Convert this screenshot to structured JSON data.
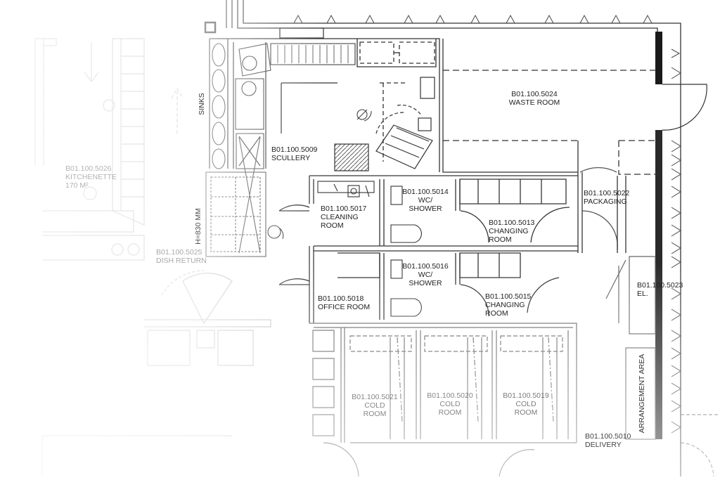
{
  "colors": {
    "line": "#3a3a3a",
    "faint": "#b5b5b5",
    "wall_fill": "#1a1a1a",
    "fade_to": "#ffffff"
  },
  "rooms": [
    {
      "id": "5024",
      "code": "B01.100.5024",
      "name": "WASTE ROOM"
    },
    {
      "id": "5009",
      "code": "B01.100.5009",
      "name": "SCULLERY"
    },
    {
      "id": "5014",
      "code": "B01.100.5014",
      "name": "WC/",
      "name2": "SHOWER"
    },
    {
      "id": "5017",
      "code": "B01.100.5017",
      "name": "CLEANING",
      "name2": "ROOM"
    },
    {
      "id": "5013",
      "code": "B01.100.5013",
      "name": "CHANGING",
      "name2": "ROOM"
    },
    {
      "id": "5022",
      "code": "B01.100.5022",
      "name": "PACKAGING"
    },
    {
      "id": "5016",
      "code": "B01.100.5016",
      "name": "WC/",
      "name2": "SHOWER"
    },
    {
      "id": "5018",
      "code": "B01.100.5018",
      "name": "OFFICE ROOM"
    },
    {
      "id": "5015",
      "code": "B01.100.5015",
      "name": "CHANGING",
      "name2": "ROOM"
    },
    {
      "id": "5023",
      "code": "B01.100.5023",
      "name": "EL."
    },
    {
      "id": "5026",
      "code": "B01.100.5026",
      "name": "KITCHENETTE",
      "name2": "170 m²"
    },
    {
      "id": "5025",
      "code": "B01.100.5025",
      "name": "DISH RETURN"
    },
    {
      "id": "5021",
      "code": "B01.100.5021",
      "name": "COLD",
      "name2": "ROOM"
    },
    {
      "id": "5020",
      "code": "B01.100.5020",
      "name": "COLD",
      "name2": "ROOM"
    },
    {
      "id": "5019",
      "code": "B01.100.5019",
      "name": "COLD",
      "name2": "ROOM"
    },
    {
      "id": "5010",
      "code": "B01.100.5010",
      "name": "DELIVERY"
    }
  ],
  "annotations": {
    "sinks": "SINKS",
    "height": "H=830 mm",
    "arrangement_area": "ARRANGEMENT AREA"
  }
}
